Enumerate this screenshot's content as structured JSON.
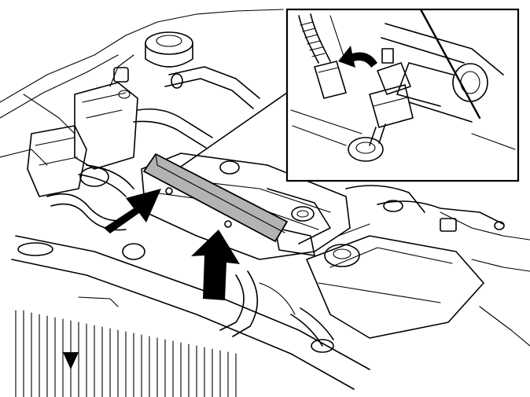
{
  "figure": {
    "subject": "engine-bay-fuel-rail-removal",
    "colors": {
      "line": "#000000",
      "background": "#ffffff",
      "highlight": "#b3b3b3",
      "arrow": "#000000"
    },
    "callout_arrows": [
      {
        "icon": "arrow-up-right-icon",
        "target": "fuel-rail-bolt-left"
      },
      {
        "icon": "arrow-up-right-icon",
        "target": "fuel-rail-bolt-right"
      }
    ],
    "inset": {
      "icon": "curved-arrow-left-icon",
      "shows": "injector-connector-release"
    }
  }
}
